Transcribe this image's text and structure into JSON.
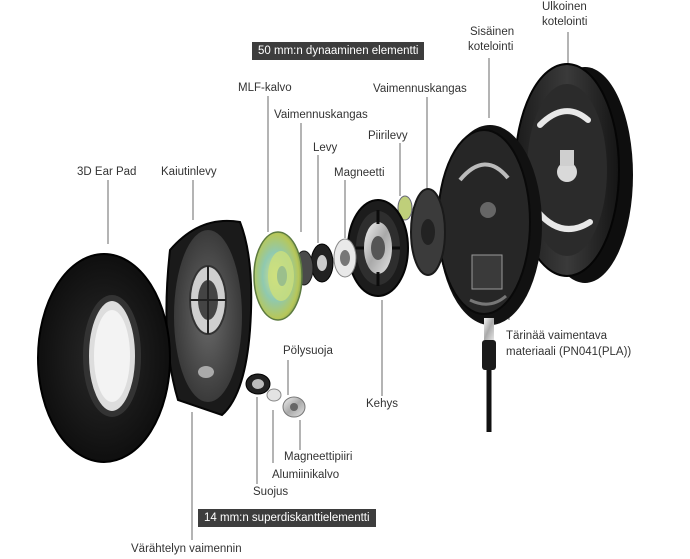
{
  "headers": {
    "driver_50mm": "50 mm:n dynaaminen elementti",
    "tweeter_14mm": "14 mm:n superdiskanttielementti"
  },
  "labels": {
    "ear_pad": "3D Ear Pad",
    "speaker_plate": "Kaiutinlevy",
    "mlf_diaphragm": "MLF-kalvo",
    "damping_cloth_1": "Vaimennuskangas",
    "plate": "Levy",
    "magnet": "Magneetti",
    "circuit_board": "Piirilevy",
    "damping_cloth_2": "Vaimennuskangas",
    "inner_housing_1": "Sisäinen",
    "inner_housing_2": "kotelointi",
    "outer_housing_1": "Ulkoinen",
    "outer_housing_2": "kotelointi",
    "frame": "Kehys",
    "dust_cover": "Pölysuoja",
    "magnetic_circuit": "Magneettipiiri",
    "aluminium_diaphragm": "Alumiinikalvo",
    "cover": "Suojus",
    "vibration_damper": "Värähtelyn vaimennin",
    "vibration_damping_material_1": "Tärinää vaimentava",
    "vibration_damping_material_2": "materiaali (PN041(PLA))"
  }
}
